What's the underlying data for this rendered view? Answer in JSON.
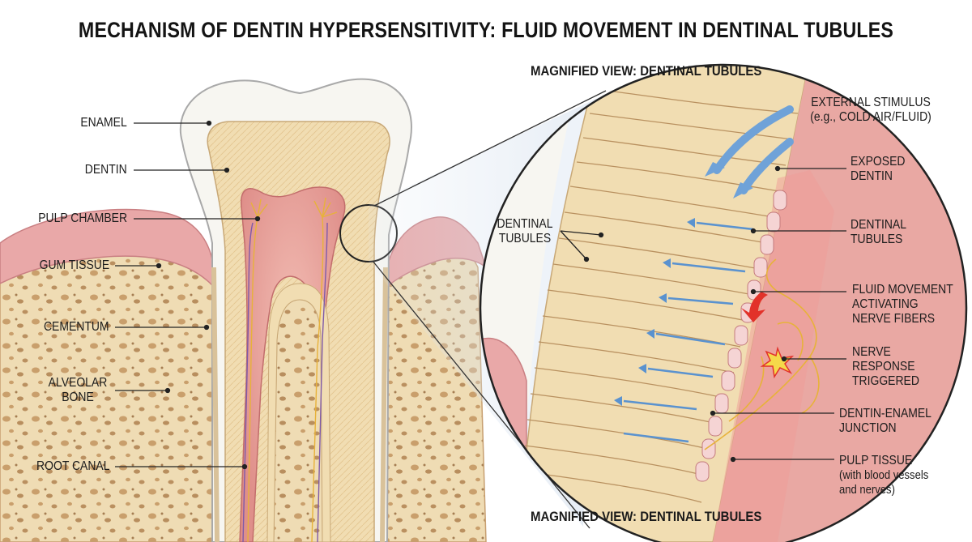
{
  "title": "MECHANISM OF DENTIN HYPERSENSITIVITY: FLUID MOVEMENT IN DENTINAL TUBULES",
  "magnified_top": "MAGNIFIED VIEW: DENTINAL TUBULES",
  "magnified_bottom": "MAGNIFIED VIEW: DENTINAL TUBULES",
  "tooth_labels": {
    "enamel": "ENAMEL",
    "dentin": "DENTIN",
    "pulp_chamber": "PULP CHAMBER",
    "gum_tissue": "GUM TISSUE",
    "cementum": "CEMENTUM",
    "alveolar_bone": [
      "ALVEOLAR",
      "BONE"
    ],
    "root_canal": "ROOT CANAL"
  },
  "zoom_labels": {
    "dentinal_tubules_left": [
      "DENTINAL",
      "TUBULES"
    ],
    "external_stimulus": [
      "EXTERNAL STIMULUS",
      "(e.g., COLD AIR/FLUID)"
    ],
    "exposed_dentin": [
      "EXPOSED",
      "DENTIN"
    ],
    "dentinal_tubules_right": [
      "DENTINAL",
      "TUBULES"
    ],
    "fluid_movement": [
      "FLUID MOVEMENT",
      "ACTIVATING",
      "NERVE FIBERS"
    ],
    "nerve_response": [
      "NERVE",
      "RESPONSE",
      "TRIGGERED"
    ],
    "dentin_enamel_junction": [
      "DENTIN-ENAMEL",
      "JUNCTION"
    ],
    "pulp_tissue": [
      "PULP TISSUE",
      "(with blood vessels",
      "and nerves)"
    ]
  },
  "colors": {
    "enamel": "#f7f6f1",
    "dentin": "#f1ddb2",
    "pulp": "#e8a5a0",
    "gum": "#e9a8a8",
    "bone": "#efdcb4",
    "nerve": "#e7b23a",
    "arrow": "#5a92cf",
    "stimulus": "#f5d94a"
  }
}
